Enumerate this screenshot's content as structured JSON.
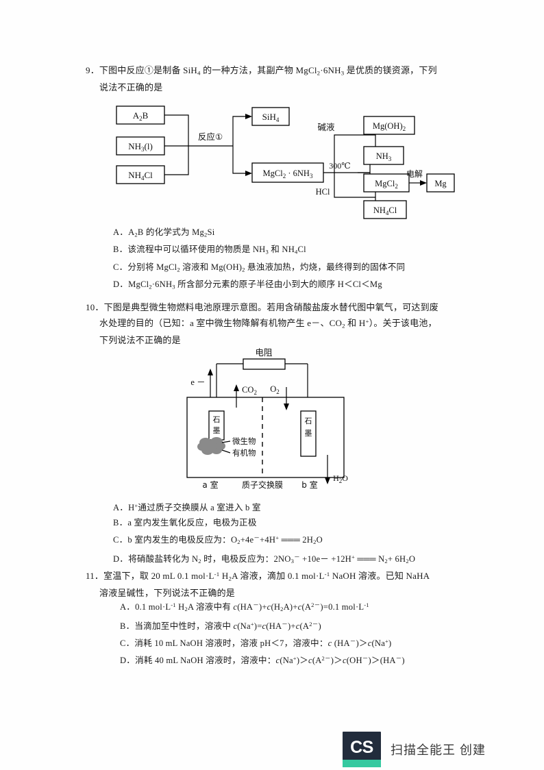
{
  "document": {
    "type": "exam-paper-scan",
    "language": "zh-CN"
  },
  "q9": {
    "number": "9．",
    "stem_line1": "下图中反应①是制备 SiH4 的一种方法，其副产物 MgCl2·6NH3 是优质的镁资源，下列",
    "stem_line2": "说法不正确的是",
    "diagram": {
      "name": "silane-preparation-flowchart",
      "boxes": {
        "a2b": "A2B",
        "nh3l": "NH3(l)",
        "nh4cl_in": "NH4Cl",
        "sih4": "SiH4",
        "mgcl2_6nh3": "MgCl2 · 6NH3",
        "mg_oh_2": "Mg(OH)2",
        "nh3_out": "NH3",
        "mgcl2_out": "MgCl2",
        "nh4cl_out": "NH4Cl",
        "mg": "Mg"
      },
      "labels": {
        "reaction1": "反应①",
        "alkali": "碱液",
        "temp": "300℃",
        "hcl": "HCl",
        "electrolysis": "电解"
      }
    },
    "options": [
      "A．A2B 的化学式为 Mg2Si",
      "B．该流程中可以循环使用的物质是 NH3 和 NH4Cl",
      "C．分别将 MgCl2 溶液和 Mg(OH)2 悬浊液加热，灼烧，最终得到的固体不同",
      "D．MgCl2·6NH3 所含部分元素的原子半径由小到大的顺序 H＜Cl＜Mg"
    ]
  },
  "q10": {
    "number": "10．",
    "stem_line1": "下图是典型微生物燃料电池原理示意图。若用含硝酸盐废水替代图中氧气，可达到废",
    "stem_line2": "水处理的目的（已知：a 室中微生物降解有机物产生 e－、CO2 和 H+）。关于该电池，",
    "stem_line3": "下列说法不正确的是",
    "diagram": {
      "name": "microbial-fuel-cell-schematic",
      "labels": {
        "resistor": "电阻",
        "electron": "e －",
        "co2": "CO2",
        "o2": "O2",
        "graphite_left": "石墨",
        "graphite_right": "石墨",
        "microbe": "微生物",
        "organic": "有机物",
        "chamber_a": "a 室",
        "membrane": "质子交换膜",
        "chamber_b": "b 室",
        "water": "H2O"
      }
    },
    "options": [
      "A．H+通过质子交换膜从 a 室进入 b 室",
      "B．a 室内发生氧化反应，电极为正极",
      "C．b 室内发生的电极反应为：O2+4e－+4H+ ═══ 2H2O",
      "D．将硝酸盐转化为 N2 时，电极反应为：2NO3－ +10e－ +12H+ ═══ N2 + 6H2O"
    ]
  },
  "q11": {
    "number": "11．",
    "stem_line1": "室温下，取 20 mL 0.1 mol·L-1 H2A 溶液，滴加 0.1 mol·L-1 NaOH 溶液。已知 NaHA",
    "stem_line2": "溶液呈碱性，下列说法不正确的是",
    "options": [
      "A．0.1 mol·L-1 H2A 溶液中有 c(HA－)+c(H2A)+c(A2－)=0.1 mol·L-1",
      "B．当滴加至中性时，溶液中 c(Na+)=c(HA－)+c(A2－)",
      "C．消耗 10 mL NaOH 溶液时，溶液 pH＜7，溶液中：c (HA－)＞c(Na+)",
      "D．消耗 40 mL NaOH 溶液时，溶液中：c(Na+)＞c(A2－)＞c(OH－)＞(HA－)"
    ]
  },
  "watermark": {
    "logo_text": "CS",
    "label": "扫描全能王 创建",
    "logo_bg": "#222c3c",
    "logo_bar": "#35c9a0"
  }
}
